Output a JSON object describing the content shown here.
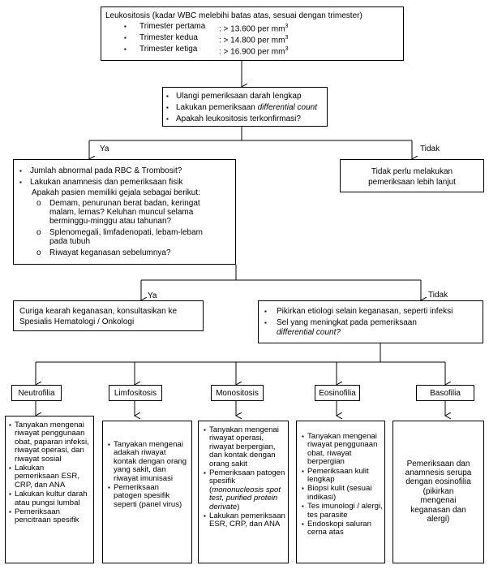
{
  "top": {
    "title": "Leukositosis (kadar WBC melebihi batas atas, sesuai dengan trimester)",
    "rows": [
      {
        "label": "Trimester pertama",
        "value": ": > 13.600 per mm",
        "sup": "3"
      },
      {
        "label": "Trimester kedua",
        "value": ": > 14.800 per mm",
        "sup": "3"
      },
      {
        "label": "Trimester ketiga",
        "value": ": > 16.900 per mm",
        "sup": "3"
      }
    ]
  },
  "step2": {
    "items": [
      "Ulangi pemeriksaan darah lengkap",
      "Lakukan pemeriksaan ",
      "differential count",
      "Apakah leukositosis terkonfirmasi?"
    ]
  },
  "labels": {
    "ya": "Ya",
    "tidak": "Tidak"
  },
  "no_box": {
    "lines": [
      "Tidak perlu melakukan",
      "pemeriksaan lebih lanjut"
    ]
  },
  "yes_box": {
    "items": [
      "Jumlah abnormal pada RBC & Trombosit?",
      "Lakukan anamnesis dan pemeriksaan fisik"
    ],
    "question": "Apakah pasien memiliki gejala sebagai berikut:",
    "sub": [
      [
        "Demam, penurunan berat badan, keringat",
        "malam, lemas? Keluhan muncul selama",
        "berminggu-minggu atau tahunan?"
      ],
      [
        "Splenomegali, limfadenopati, lebam-lebam",
        "pada tubuh"
      ],
      [
        "Riwayat keganasan sebelumnya?"
      ]
    ]
  },
  "malig_box": {
    "lines": [
      "Curiga kearah keganasan, konsultasikan ke",
      "Spesialis Hematologi / Onkologi"
    ]
  },
  "other_box": {
    "items": [
      "Pikirkan etiologi selain keganasan, seperti infeksi",
      "Sel yang meningkat pada pemeriksaan"
    ],
    "italic": "differential count?"
  },
  "categories": [
    "Neutrofilia",
    "Limfositosis",
    "Monositosis",
    "Eosinofilia",
    "Basofilia"
  ],
  "col_neutro": [
    "Tanyakan mengenai riwayat penggunaan obat, paparan infeksi, riwayat operasi, dan riwayat sosial",
    "Lakukan pemeriksaan ESR, CRP, dan ANA",
    "Lakukan kultur darah atau pungsi lumbal",
    "Pemeriksaan pencitraan spesifik"
  ],
  "col_limfo": [
    "Tanyakan mengenai adakah riwayat kontak dengan orang yang sakit, dan riwayat imunisasi",
    "Pemeriksaan patogen spesifik seperti (panel virus)"
  ],
  "col_mono": {
    "a": "Tanyakan mengenai riwayat operasi, riwayat berpergian, dan kontak dengan orang sakit",
    "b": "Pemeriksaan patogen spesifik (",
    "b_italic": "mononucleosis spot test, purified protein derivate",
    "b_end": ")",
    "c": "Lakukan pemeriksaan ESR, CRP, dan ANA"
  },
  "col_eosino": [
    "Tanyakan mengenai riwayat penggunaan obat, riwayat berpergian",
    "Pemeriksaan kulit lengkap",
    "Biopsi kulit (sesuai indikasi)",
    "Tes imunologi / alergi, tes parasite",
    "Endoskopi saluran cerna atas"
  ],
  "col_baso": [
    "Pemeriksaan dan",
    "anamnesis serupa",
    "dengan eosinofilia",
    "(pikirkan",
    "mengenai",
    "keganasan dan",
    "alergi)"
  ]
}
